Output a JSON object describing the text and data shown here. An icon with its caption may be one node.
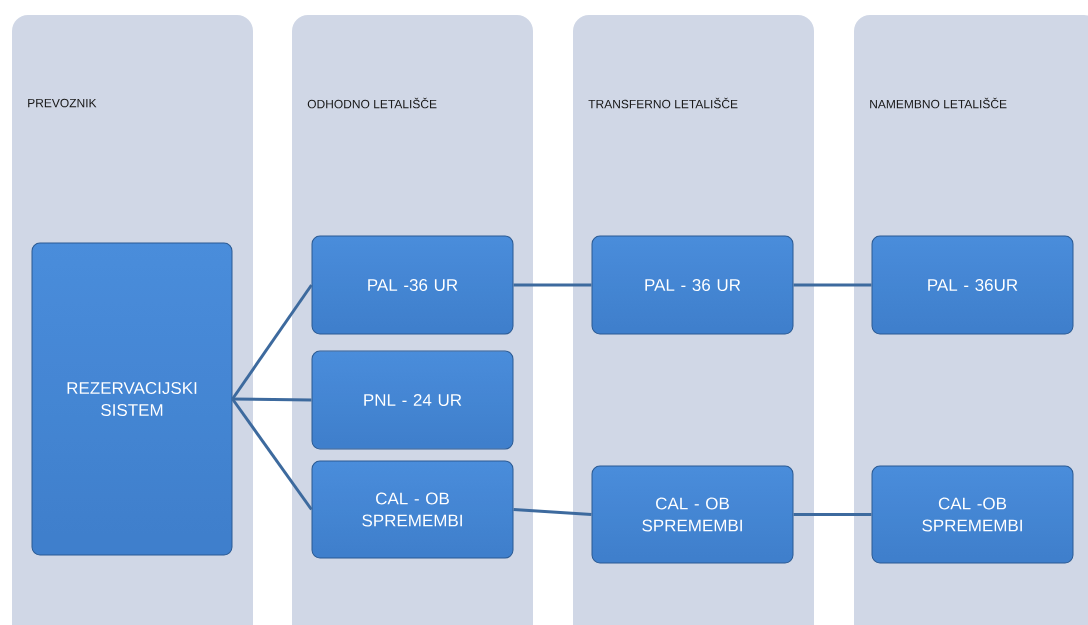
{
  "diagram": {
    "nodes": [
      {
        "text": [
          "PREVOZNIK"
        ]
      },
      {
        "text": [
          "ODHODNO LETALIŠČE"
        ]
      },
      {
        "text": [
          "TRANSFERNO LETALIŠČE"
        ]
      },
      {
        "text": [
          "NAMEMBNO LETALIŠČE"
        ]
      },
      {
        "text": [
          "REZERVACIJSKI SISTEM"
        ],
        "in": 0
      },
      {
        "text": [
          "PAL -36 UR"
        ],
        "in": 1
      },
      {
        "text": [
          "PNL - 24 UR"
        ],
        "in": 1
      },
      {
        "text": [
          "CAL - OB SPREMEMBI"
        ],
        "in": 1
      },
      {
        "text": [
          "PAL - 36 UR"
        ],
        "in": 2
      },
      {
        "text": [
          "CAL - OB SPREMEMBI"
        ],
        "in": 2
      },
      {
        "text": [
          "PAL - 36UR"
        ],
        "in": 3
      },
      {
        "text": [
          "CAL -OB SPREMEMBI"
        ],
        "in": 3
      }
    ],
    "edges": [
      {
        "from": 4,
        "to": 5,
        "arrow": "none"
      },
      {
        "from": 4,
        "to": 6,
        "arrow": "none"
      },
      {
        "from": 4,
        "to": 7,
        "arrow": "none"
      },
      {
        "from": 5,
        "to": 8,
        "arrow": "none"
      },
      {
        "from": 8,
        "to": 10,
        "arrow": "none"
      },
      {
        "from": 7,
        "to": 9,
        "arrow": "none"
      },
      {
        "from": 9,
        "to": 11,
        "arrow": "none"
      }
    ]
  }
}
